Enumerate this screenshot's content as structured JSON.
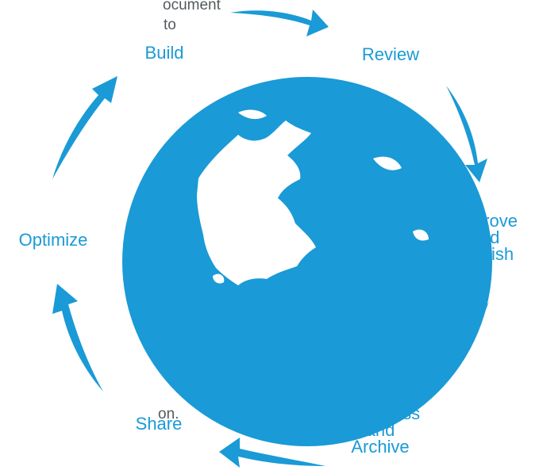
{
  "fragments": {
    "top_line_1": "ocument",
    "top_line_2": "to",
    "bottom_line": "on."
  },
  "colors": {
    "accent": "#1a9ad6",
    "text_gray": "#555a5e",
    "background": "#ffffff"
  },
  "globe": {
    "icon": "globe-icon",
    "color": "#1a9ad6"
  },
  "steps": [
    {
      "lines": [
        "Build"
      ]
    },
    {
      "lines": [
        "Review"
      ]
    },
    {
      "lines": [
        "Approve",
        "and",
        "Publish"
      ]
    },
    {
      "lines": [
        "Compress",
        "and",
        "Archive"
      ]
    },
    {
      "lines": [
        "Share"
      ]
    },
    {
      "lines": [
        "Optimize"
      ]
    }
  ],
  "arrow_icon": "curved-arrow-icon"
}
